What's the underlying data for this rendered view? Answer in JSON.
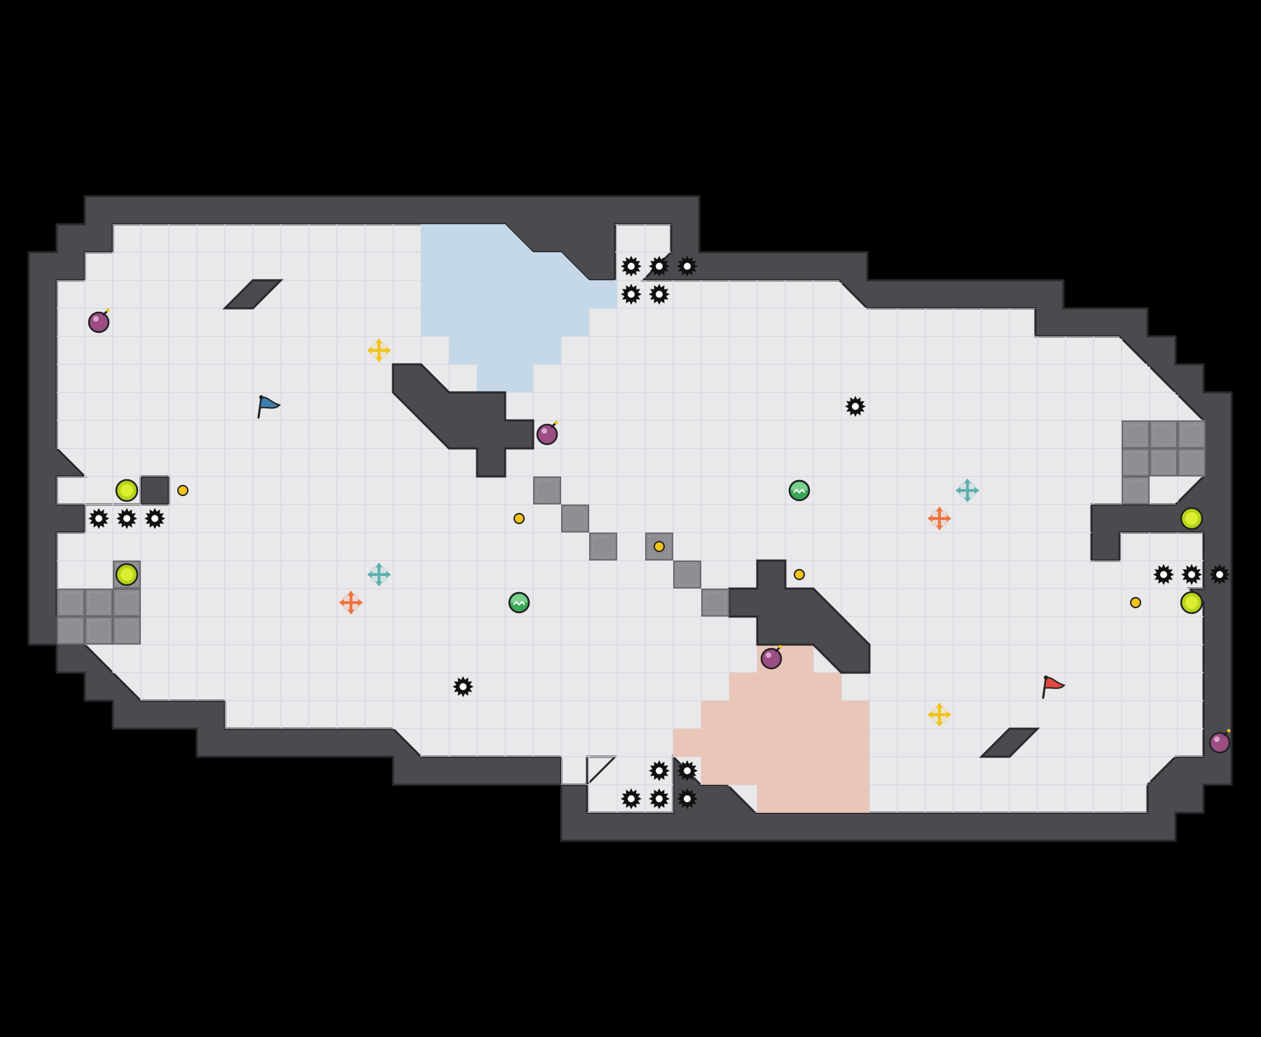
{
  "game": {
    "view": "capture-the-flag-map",
    "colors": {
      "background": "#000000",
      "wall": "#4b4a4f",
      "wall_edge": "#2a292d",
      "floor": "#e9e9ec",
      "floor_grid": "#d9d9de",
      "blue_zone": "#c5d8e8",
      "red_zone": "#e9c6b8",
      "gate_block": "#8e8e92",
      "spike": "#111111",
      "bomb": "#9b4d84",
      "boost_ring": "#b7d31a",
      "powerup": "#3aa657",
      "pill": "#f2c318",
      "blue_flag": "#3e7fb1",
      "red_flag": "#e2473f",
      "yellow_marker": "#f2c318",
      "teal_marker": "#5fb0ae",
      "orange_marker": "#ee7440"
    },
    "entities": {
      "flags": [
        {
          "team": "blue",
          "icon": "blue-flag-icon",
          "col": 7,
          "row": 6
        },
        {
          "team": "red",
          "icon": "red-flag-icon",
          "col": 35,
          "row": 16
        }
      ],
      "bombs": [
        {
          "col": 1,
          "row": 3
        },
        {
          "col": 17,
          "row": 7
        },
        {
          "col": 25,
          "row": 15
        },
        {
          "col": 41,
          "row": 18
        }
      ],
      "spikes": [
        {
          "col": 20,
          "row": 1
        },
        {
          "col": 21,
          "row": 1
        },
        {
          "col": 22,
          "row": 1
        },
        {
          "col": 20,
          "row": 2
        },
        {
          "col": 21,
          "row": 2
        },
        {
          "col": 1,
          "row": 10
        },
        {
          "col": 2,
          "row": 10
        },
        {
          "col": 3,
          "row": 10
        },
        {
          "col": 28,
          "row": 6
        },
        {
          "col": 14,
          "row": 16
        },
        {
          "col": 39,
          "row": 12
        },
        {
          "col": 40,
          "row": 12
        },
        {
          "col": 41,
          "row": 12
        },
        {
          "col": 21,
          "row": 19
        },
        {
          "col": 22,
          "row": 19
        },
        {
          "col": 20,
          "row": 20
        },
        {
          "col": 21,
          "row": 20
        },
        {
          "col": 22,
          "row": 20
        }
      ],
      "boosts": [
        {
          "col": 2,
          "row": 9
        },
        {
          "col": 2,
          "row": 12
        },
        {
          "col": 40,
          "row": 10
        },
        {
          "col": 40,
          "row": 13
        }
      ],
      "powerups": [
        {
          "col": 26,
          "row": 9
        },
        {
          "col": 16,
          "row": 13
        }
      ],
      "pills": [
        {
          "col": 4,
          "row": 9
        },
        {
          "col": 16,
          "row": 10
        },
        {
          "col": 21,
          "row": 11
        },
        {
          "col": 26,
          "row": 12
        },
        {
          "col": 38,
          "row": 13
        }
      ],
      "markers": [
        {
          "color": "yellow",
          "col": 11,
          "row": 4
        },
        {
          "color": "teal",
          "col": 11,
          "row": 12
        },
        {
          "color": "orange",
          "col": 10,
          "row": 13
        },
        {
          "color": "teal",
          "col": 32,
          "row": 9
        },
        {
          "color": "orange",
          "col": 31,
          "row": 10
        },
        {
          "color": "yellow",
          "col": 31,
          "row": 17
        }
      ]
    }
  }
}
